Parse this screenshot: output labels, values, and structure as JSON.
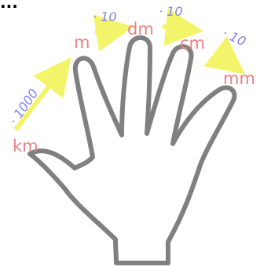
{
  "heading": "...",
  "colors": {
    "unit": "#f08080",
    "factor": "#8080f0",
    "arrow": "#f4f46a",
    "hand": "#808080",
    "heading": "#000000"
  },
  "units": {
    "km": "km",
    "m": "m",
    "dm": "dm",
    "cm": "cm",
    "mm": "mm"
  },
  "factors": {
    "km_to_m": "· 1000",
    "m_to_dm": "· 10",
    "dm_to_cm": "· 10",
    "cm_to_mm": "· 10"
  }
}
